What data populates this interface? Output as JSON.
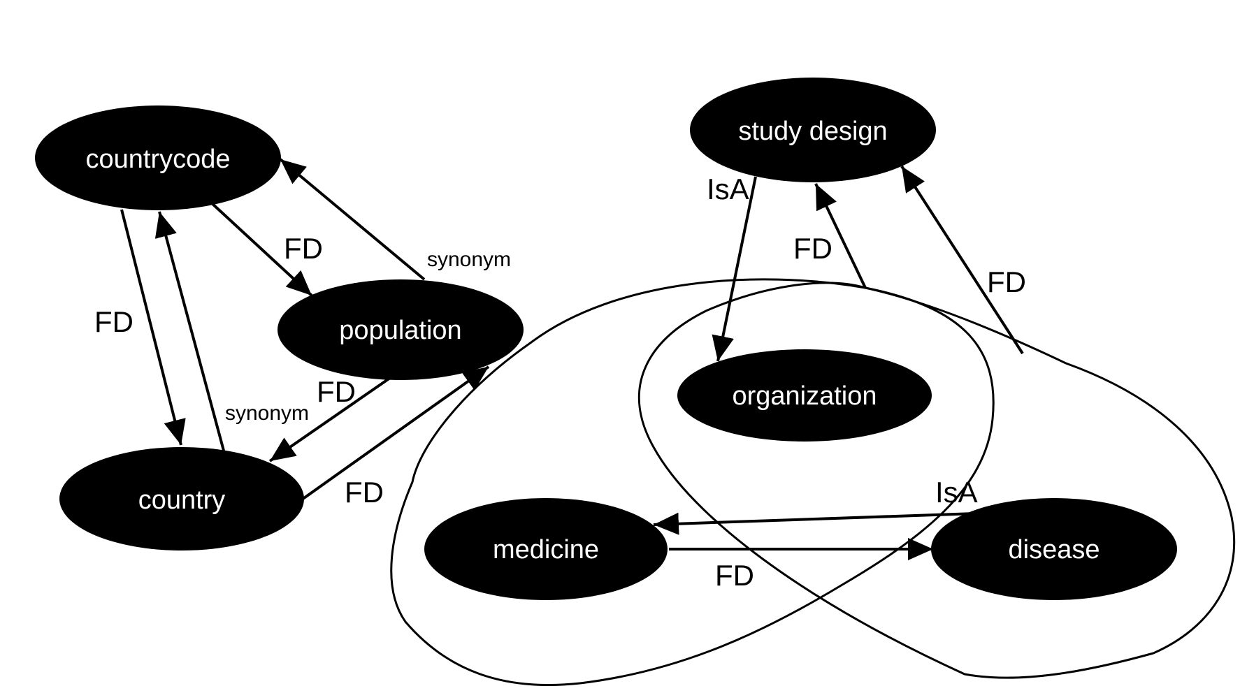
{
  "diagram": {
    "nodes": {
      "countrycode": "countrycode",
      "population": "population",
      "country": "country",
      "study_design": "study design",
      "organization": "organization",
      "medicine": "medicine",
      "disease": "disease"
    },
    "edge_labels": {
      "fd_countrycode_population": "FD",
      "synonym_population_countrycode": "synonym",
      "fd_countrycode_country": "FD",
      "fd_population_country": "FD",
      "synonym_country_countrycode": "synonym",
      "fd_country_population": "FD",
      "isa_studydesign_organization": "IsA",
      "fd_group_studydesign": "FD",
      "fd_group2_studydesign": "FD",
      "isa_disease_medicine": "IsA",
      "fd_medicine_disease": "FD"
    },
    "colors": {
      "node_fill": "#000000",
      "node_text": "#ffffff",
      "line": "#000000"
    }
  }
}
